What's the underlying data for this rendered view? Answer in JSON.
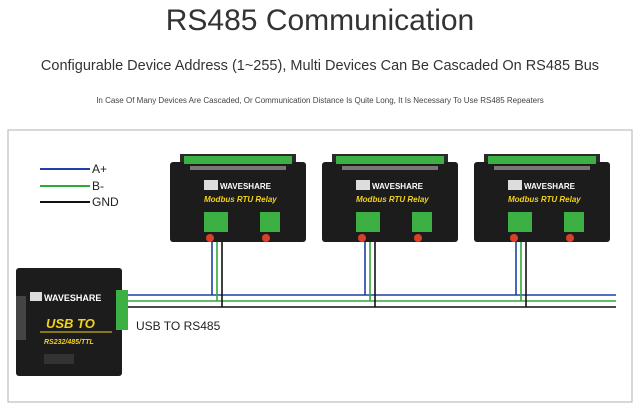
{
  "header": {
    "title": "RS485 Communication",
    "subtitle": "Configurable Device Address (1~255), Multi Devices Can Be Cascaded On RS485 Bus",
    "note": "In Case Of Many Devices Are Cascaded, Or Communication Distance Is Quite Long, It Is Necessary To Use RS485 Repeaters"
  },
  "legend": [
    {
      "label": "A+",
      "color": "#1f3fa6"
    },
    {
      "label": "B-",
      "color": "#2fa83a"
    },
    {
      "label": "GND",
      "color": "#111111"
    }
  ],
  "relay": {
    "brand": "WAVESHARE",
    "model": "Modbus RTU Relay",
    "count": 3
  },
  "converter": {
    "brand": "WAVESHARE",
    "model": "USB TO",
    "sub": "RS232/485/TTL",
    "label": "USB TO RS485"
  },
  "colors": {
    "wire_a": "#1f3fa6",
    "wire_b": "#2fa83a",
    "wire_gnd": "#111111",
    "device_body": "#1c1c1c",
    "terminal_green": "#3cb043",
    "terminal_red": "#d9402a",
    "label_yellow": "#f2d21c",
    "frame": "#b0b0b0"
  }
}
